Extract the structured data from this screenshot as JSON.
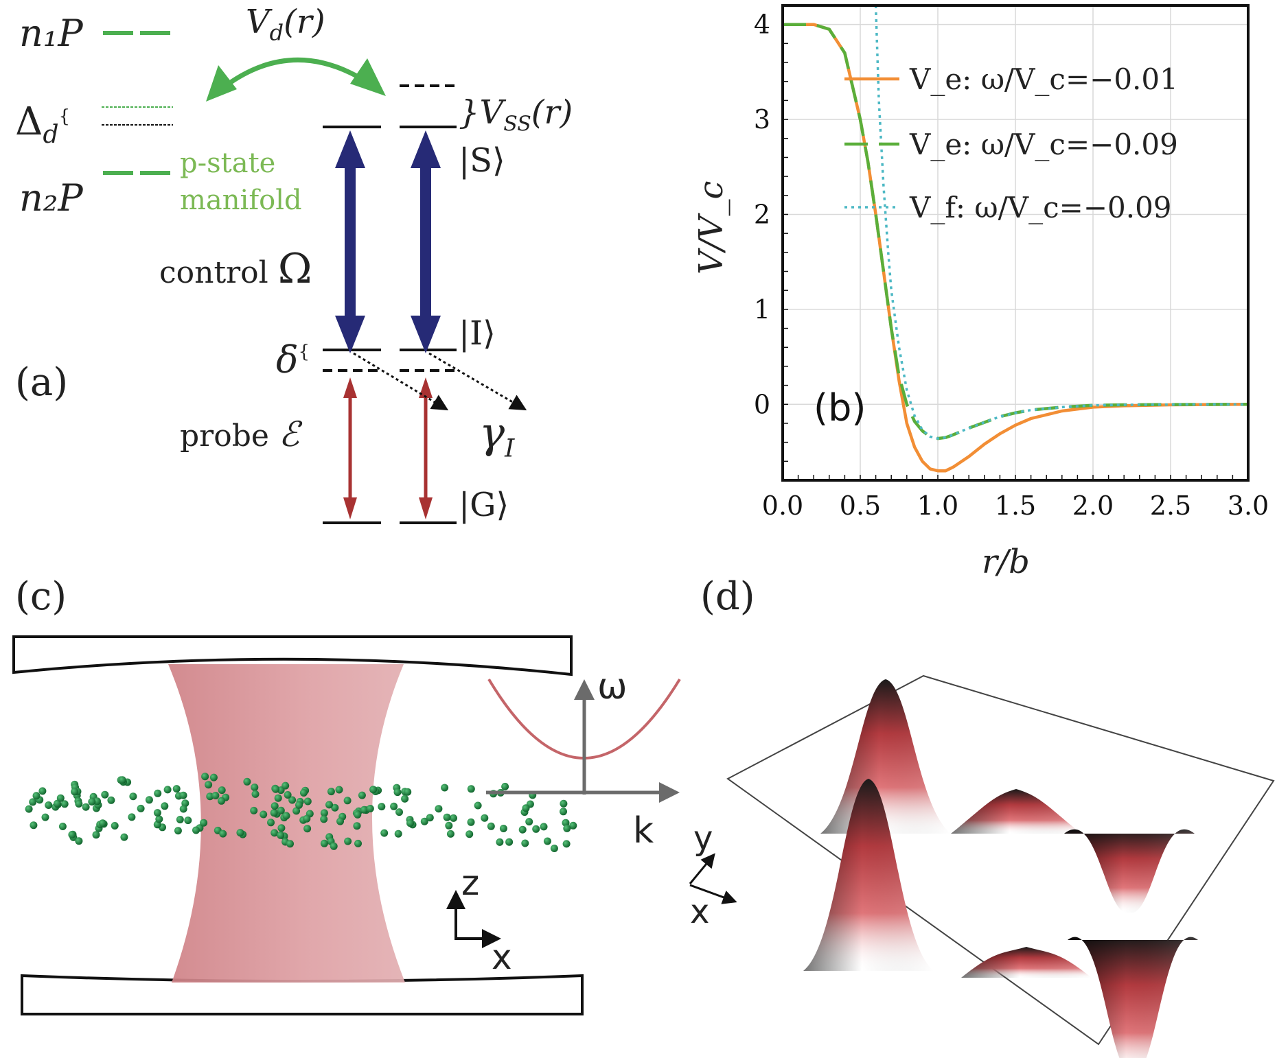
{
  "panel_labels": {
    "a": "(a)",
    "b": "(b)",
    "c": "(c)",
    "d": "(d)"
  },
  "panel_a": {
    "n1P": "n₁P",
    "n2P": "n₂P",
    "delta_d": "Δ",
    "delta_d_sub": "d",
    "Vd": "V",
    "Vd_sub": "d",
    "Vd_arg": "(r)",
    "Vss": "}V",
    "Vss_sub": "SS",
    "Vss_arg": "(r)",
    "pstate_line1": "p-state",
    "pstate_line2": "manifold",
    "ket_S": "|S⟩",
    "ket_I": "|I⟩",
    "ket_G": "|G⟩",
    "control_word": "control",
    "control_sym": "Ω",
    "probe_word": "probe",
    "probe_sym": "ℰ",
    "delta": "δ",
    "gamma": "γ",
    "gamma_sub": "I"
  },
  "panel_c": {
    "omega": "ω",
    "k": "k",
    "z": "z",
    "x": "x"
  },
  "panel_d": {
    "y": "y",
    "x": "x"
  },
  "colors": {
    "green": "#4caf50",
    "green_light": "#7cb955",
    "navy": "#262a76",
    "red_arrow": "#a83232",
    "orange": "#f28e35",
    "dash_green": "#5aae3a",
    "teal": "#4cb8c4",
    "beam": "#d68f93",
    "atom": "#1a8a3c"
  },
  "chart_data": {
    "type": "line",
    "xlabel": "r/b",
    "ylabel": "V/V_c",
    "xlim": [
      0,
      3.0
    ],
    "ylim": [
      -0.8,
      4.2
    ],
    "xticks": [
      "0.0",
      "0.5",
      "1.0",
      "1.5",
      "2.0",
      "2.5",
      "3.0"
    ],
    "yticks": [
      "0",
      "1",
      "2",
      "3",
      "4"
    ],
    "grid": true,
    "legend_position": "top-right",
    "series": [
      {
        "name": "V_e: ω/V_c=−0.01",
        "style": "solid",
        "color": "#f28e35",
        "x": [
          0,
          0.2,
          0.3,
          0.4,
          0.5,
          0.55,
          0.6,
          0.65,
          0.7,
          0.75,
          0.8,
          0.85,
          0.9,
          0.95,
          1.0,
          1.05,
          1.1,
          1.2,
          1.3,
          1.4,
          1.5,
          1.6,
          1.8,
          2.0,
          2.2,
          2.5,
          3.0
        ],
        "y": [
          4.0,
          4.0,
          3.95,
          3.7,
          3.0,
          2.55,
          2.0,
          1.4,
          0.8,
          0.25,
          -0.2,
          -0.45,
          -0.6,
          -0.68,
          -0.7,
          -0.7,
          -0.66,
          -0.55,
          -0.42,
          -0.31,
          -0.22,
          -0.15,
          -0.07,
          -0.03,
          -0.015,
          -0.005,
          0
        ]
      },
      {
        "name": "V_e: ω/V_c=−0.09",
        "style": "dashed",
        "color": "#5aae3a",
        "x": [
          0,
          0.2,
          0.3,
          0.4,
          0.5,
          0.55,
          0.6,
          0.65,
          0.7,
          0.75,
          0.8,
          0.85,
          0.9,
          0.95,
          1.0,
          1.05,
          1.1,
          1.2,
          1.3,
          1.4,
          1.5,
          1.6,
          1.8,
          2.0,
          2.2,
          2.5,
          3.0
        ],
        "y": [
          4.0,
          4.0,
          3.95,
          3.7,
          3.0,
          2.55,
          2.0,
          1.4,
          0.8,
          0.3,
          0.0,
          -0.18,
          -0.28,
          -0.34,
          -0.36,
          -0.35,
          -0.32,
          -0.25,
          -0.19,
          -0.13,
          -0.09,
          -0.06,
          -0.03,
          -0.01,
          -0.005,
          -0.002,
          0
        ]
      },
      {
        "name": "V_f: ω/V_c=−0.09",
        "style": "dotted",
        "color": "#4cb8c4",
        "x": [
          0.6,
          0.62,
          0.65,
          0.68,
          0.7,
          0.75,
          0.8,
          0.85,
          0.9,
          0.95,
          1.0,
          1.05,
          1.1,
          1.2,
          1.3,
          1.4,
          1.5,
          1.6,
          1.8,
          2.0,
          2.2,
          2.5,
          3.0
        ],
        "y": [
          4.2,
          3.2,
          2.3,
          1.6,
          1.2,
          0.6,
          0.15,
          -0.12,
          -0.27,
          -0.34,
          -0.36,
          -0.35,
          -0.32,
          -0.25,
          -0.19,
          -0.13,
          -0.09,
          -0.06,
          -0.03,
          -0.01,
          -0.005,
          -0.002,
          0
        ]
      }
    ]
  }
}
